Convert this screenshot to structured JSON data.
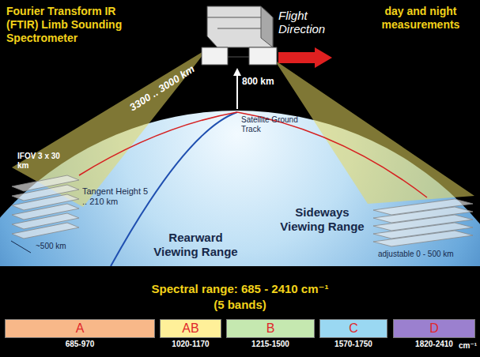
{
  "diagram": {
    "title": "Fourier Transform IR (FTIR) Limb Sounding Spectrometer",
    "nodes": [
      {
        "text": [
          "A",
          "685-970"
        ]
      },
      {
        "text": [
          "AB",
          "1020-1170"
        ]
      },
      {
        "text": [
          "B",
          "1215-1500"
        ]
      },
      {
        "text": [
          "C",
          "1570-1750"
        ]
      },
      {
        "text": [
          "D",
          "1820-2410"
        ]
      }
    ],
    "labels": [
      "day and night measurements",
      "Flight Direction",
      "800 km",
      "3300 .. 3000 km",
      "IFOV 3 x 30 km",
      "Satellite Ground Track",
      "Tangent Height 5 .. 210 km",
      "~500 km",
      "Rearward Viewing Range",
      "Sideways Viewing Range",
      "adjustable 0 - 500 km",
      "Spectral range: 685 - 2410 cm⁻¹",
      "(5 bands)",
      "cm⁻¹"
    ]
  }
}
